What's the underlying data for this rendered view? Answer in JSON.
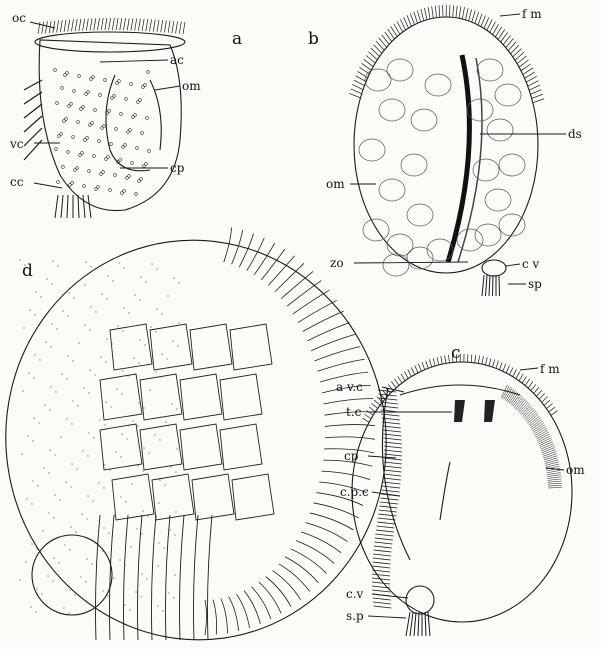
{
  "panels": {
    "a": {
      "letter": "a",
      "labels": {
        "oc": "oc",
        "ac": "ac",
        "om": "om",
        "vc": "vc",
        "cp": "cp",
        "cc": "cc"
      }
    },
    "b": {
      "letter": "b",
      "labels": {
        "fm": "f m",
        "ds": "ds",
        "om": "om",
        "zo": "zo",
        "cv": "c v",
        "sp": "sp"
      }
    },
    "c": {
      "letter": "c",
      "labels": {
        "fm": "f m",
        "avc": "a v.c",
        "tc": "t.c",
        "cp": "cp",
        "cpc": "c.p.c",
        "om": "om",
        "cv": "c.v",
        "sp": "s.p"
      }
    },
    "d": {
      "letter": "d",
      "labels": {}
    }
  }
}
